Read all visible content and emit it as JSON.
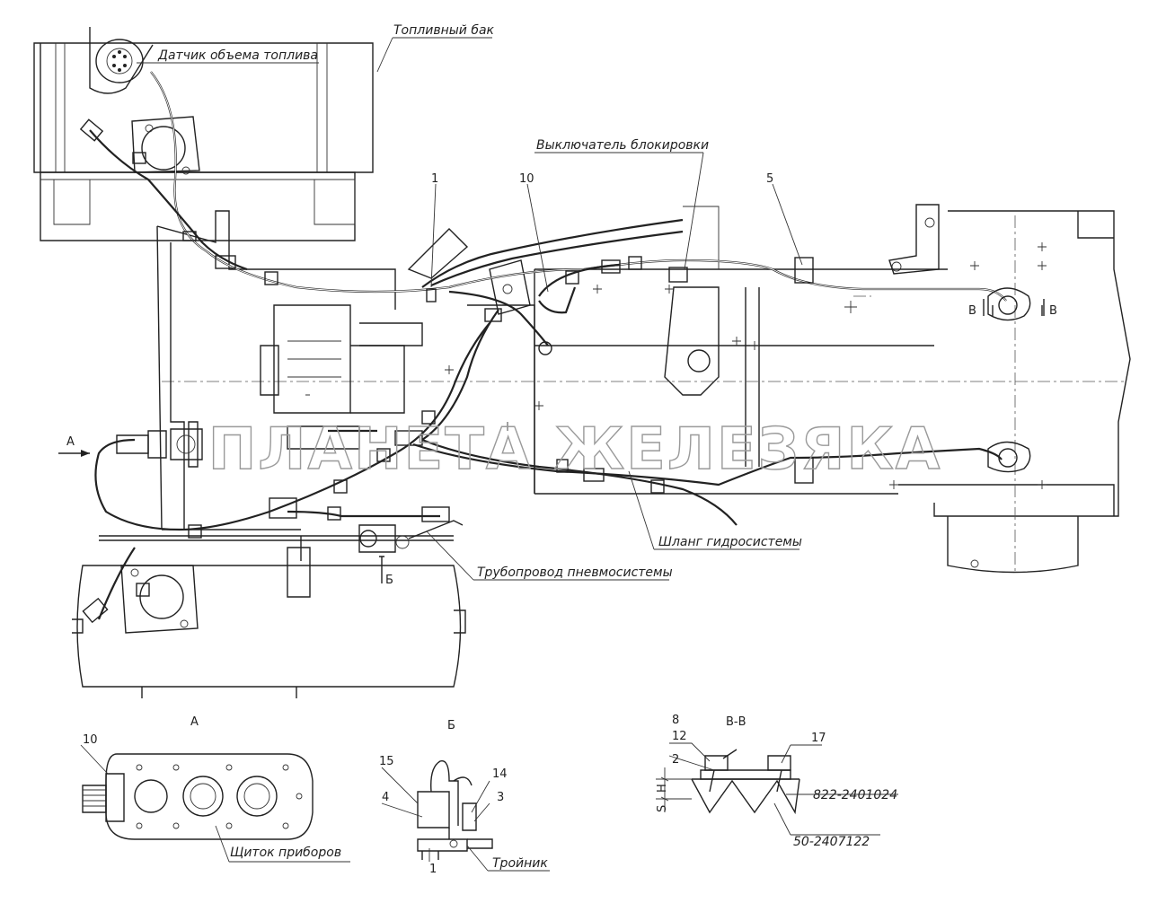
{
  "watermark": "ПЛАНЕТА ЖЕЛЕЗЯКА",
  "labels": {
    "fuel_tank": "Топливный бак",
    "fuel_sensor": "Датчик объема топлива",
    "lock_switch": "Выключатель блокировки",
    "hydraulic_hose": "Шланг гидросистемы",
    "pneumatic_pipe": "Трубопровод пневмосистемы",
    "instrument_panel": "Щиток приборов",
    "tee": "Тройник",
    "part_822": "822-2401024",
    "part_50": "50-2407122"
  },
  "views": {
    "a_arrow": "А",
    "b_arrow": "Б",
    "v_left": "В",
    "v_right": "В",
    "detail_a": "А",
    "detail_b": "Б",
    "detail_v": "В-В"
  },
  "callouts": {
    "c1_top": "1",
    "c10_top": "10",
    "c5_top": "5",
    "c10_a": "10",
    "c15": "15",
    "c4": "4",
    "c14": "14",
    "c3": "3",
    "c1_b": "1",
    "c8": "8",
    "c12": "12",
    "c2": "2",
    "c17": "17",
    "dim_h": "H",
    "dim_s": "S"
  }
}
